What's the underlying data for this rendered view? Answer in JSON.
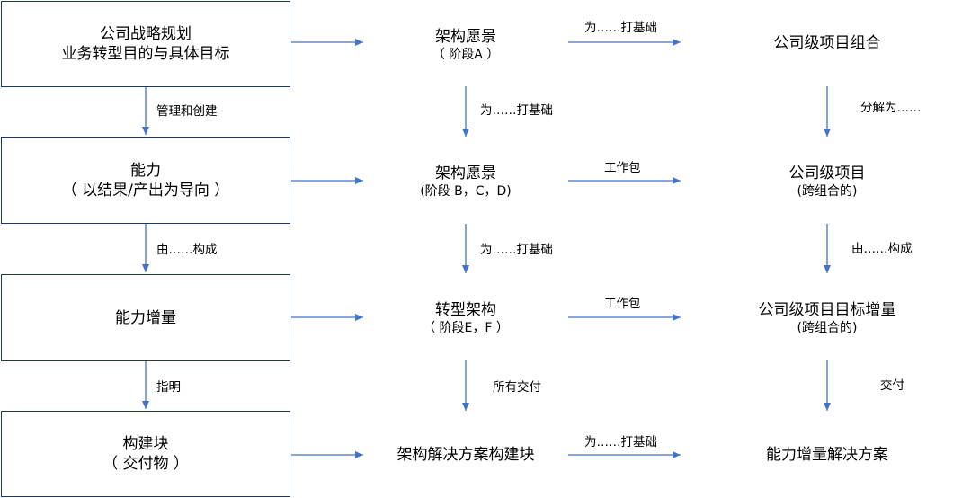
{
  "left_boxes": [
    {
      "line1": "公司战略规划",
      "line2": "业务转型目的与具体目标"
    },
    {
      "line1": "能力",
      "line2": "（ 以结果/产出为导向 ）"
    },
    {
      "line1": "能力增量",
      "line2": ""
    },
    {
      "line1": "构建块",
      "line2": "（ 交付物 ）"
    }
  ],
  "left_edge_labels": [
    "管理和创建",
    "由……构成",
    "指明"
  ],
  "middle_nodes": [
    {
      "title": "架构愿景",
      "sub": "（ 阶段A ）"
    },
    {
      "title": "架构愿景",
      "sub": "(阶段 B，C，D)"
    },
    {
      "title": "转型架构",
      "sub": "（ 阶段E，F ）"
    },
    {
      "title": "架构解决方案构建块",
      "sub": ""
    }
  ],
  "middle_edge_labels": [
    "为……打基础",
    "为……打基础",
    "所有交付"
  ],
  "right_nodes": [
    {
      "title": "公司级项目组合",
      "sub": ""
    },
    {
      "title": "公司级项目",
      "sub": "(跨组合的)"
    },
    {
      "title": "公司级项目目标增量",
      "sub": "(跨组合的)"
    },
    {
      "title": "能力增量解决方案",
      "sub": ""
    }
  ],
  "right_edge_labels": [
    "分解为……",
    "由……构成",
    "交付"
  ],
  "horizontal_labels": [
    "为……打基础",
    "工作包",
    "工作包",
    "为……打基础"
  ],
  "colors": {
    "arrow": "#4472c4",
    "box_border": "#1f3864"
  }
}
